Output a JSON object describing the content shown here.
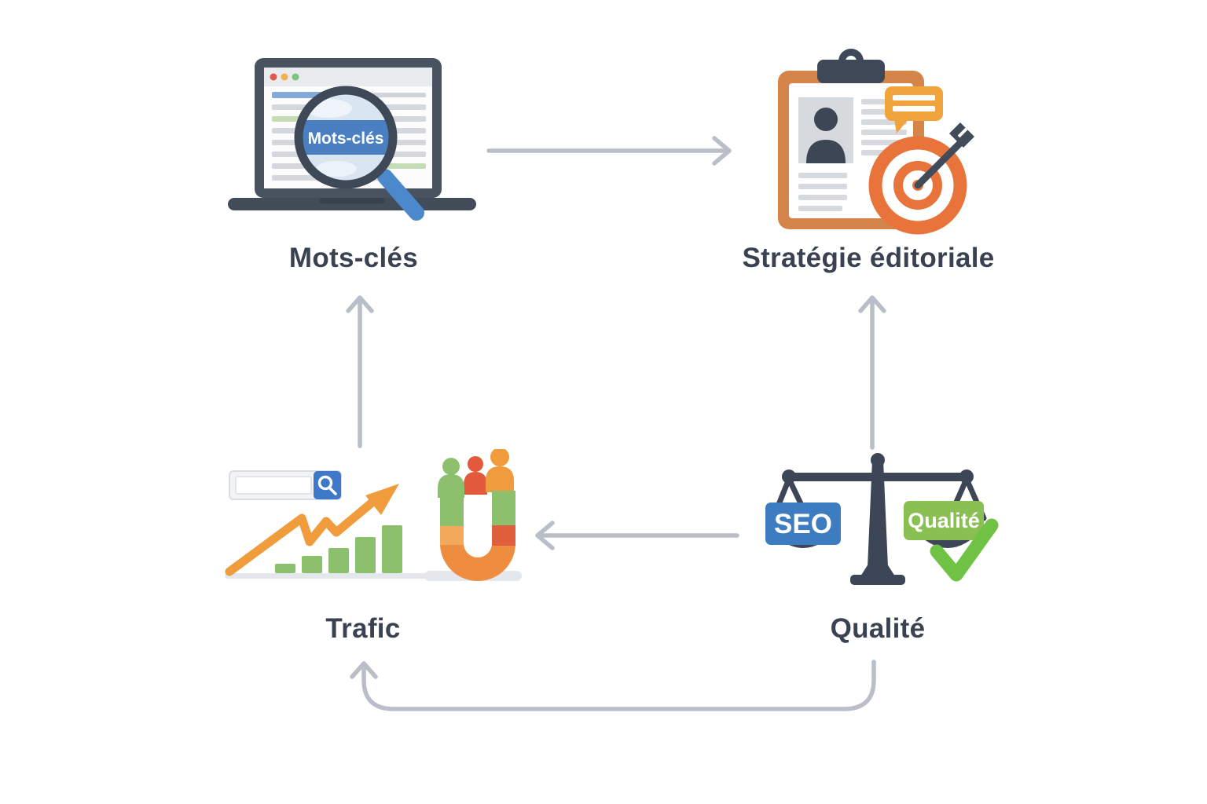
{
  "colors": {
    "background": "#ffffff",
    "arrow": "#b9bec9",
    "label_text": "#3a4252",
    "slate_dark": "#3f4958",
    "blue_accent": "#3e78c9",
    "magnifier_band_blue": "#4a80c2",
    "clipboard_orange": "#d5854a",
    "speech_bubble_orange": "#f2a43c",
    "target_orange": "#e8743c",
    "bar_green": "#8cc06c",
    "badge_green": "#8abf53",
    "check_green": "#6fc243",
    "growth_arrow_orange": "#f09c3d",
    "magnet_orange": "#ee8d3f",
    "magnet_red": "#df5f3c"
  },
  "nodes": {
    "mots_cles": {
      "label": "Mots-clés",
      "icon": "laptop-magnifier-icon"
    },
    "strategie": {
      "label": "Stratégie éditoriale",
      "icon": "clipboard-target-icon"
    },
    "trafic": {
      "label": "Trafic",
      "icon": "growth-magnet-icon"
    },
    "qualite": {
      "label": "Qualité",
      "icon": "balance-scale-icon"
    }
  },
  "icon_texts": {
    "magnifier_label": "Mots-clés",
    "scale_left_badge": "SEO",
    "scale_right_badge": "Qualité"
  },
  "edges": [
    {
      "from": "mots_cles",
      "to": "strategie",
      "style": "straight-right"
    },
    {
      "from": "trafic",
      "to": "mots_cles",
      "style": "straight-up"
    },
    {
      "from": "qualite",
      "to": "strategie",
      "style": "straight-up"
    },
    {
      "from": "qualite",
      "to": "trafic",
      "style": "straight-left"
    },
    {
      "from": "qualite",
      "to": "trafic",
      "style": "curved-bottom"
    }
  ]
}
